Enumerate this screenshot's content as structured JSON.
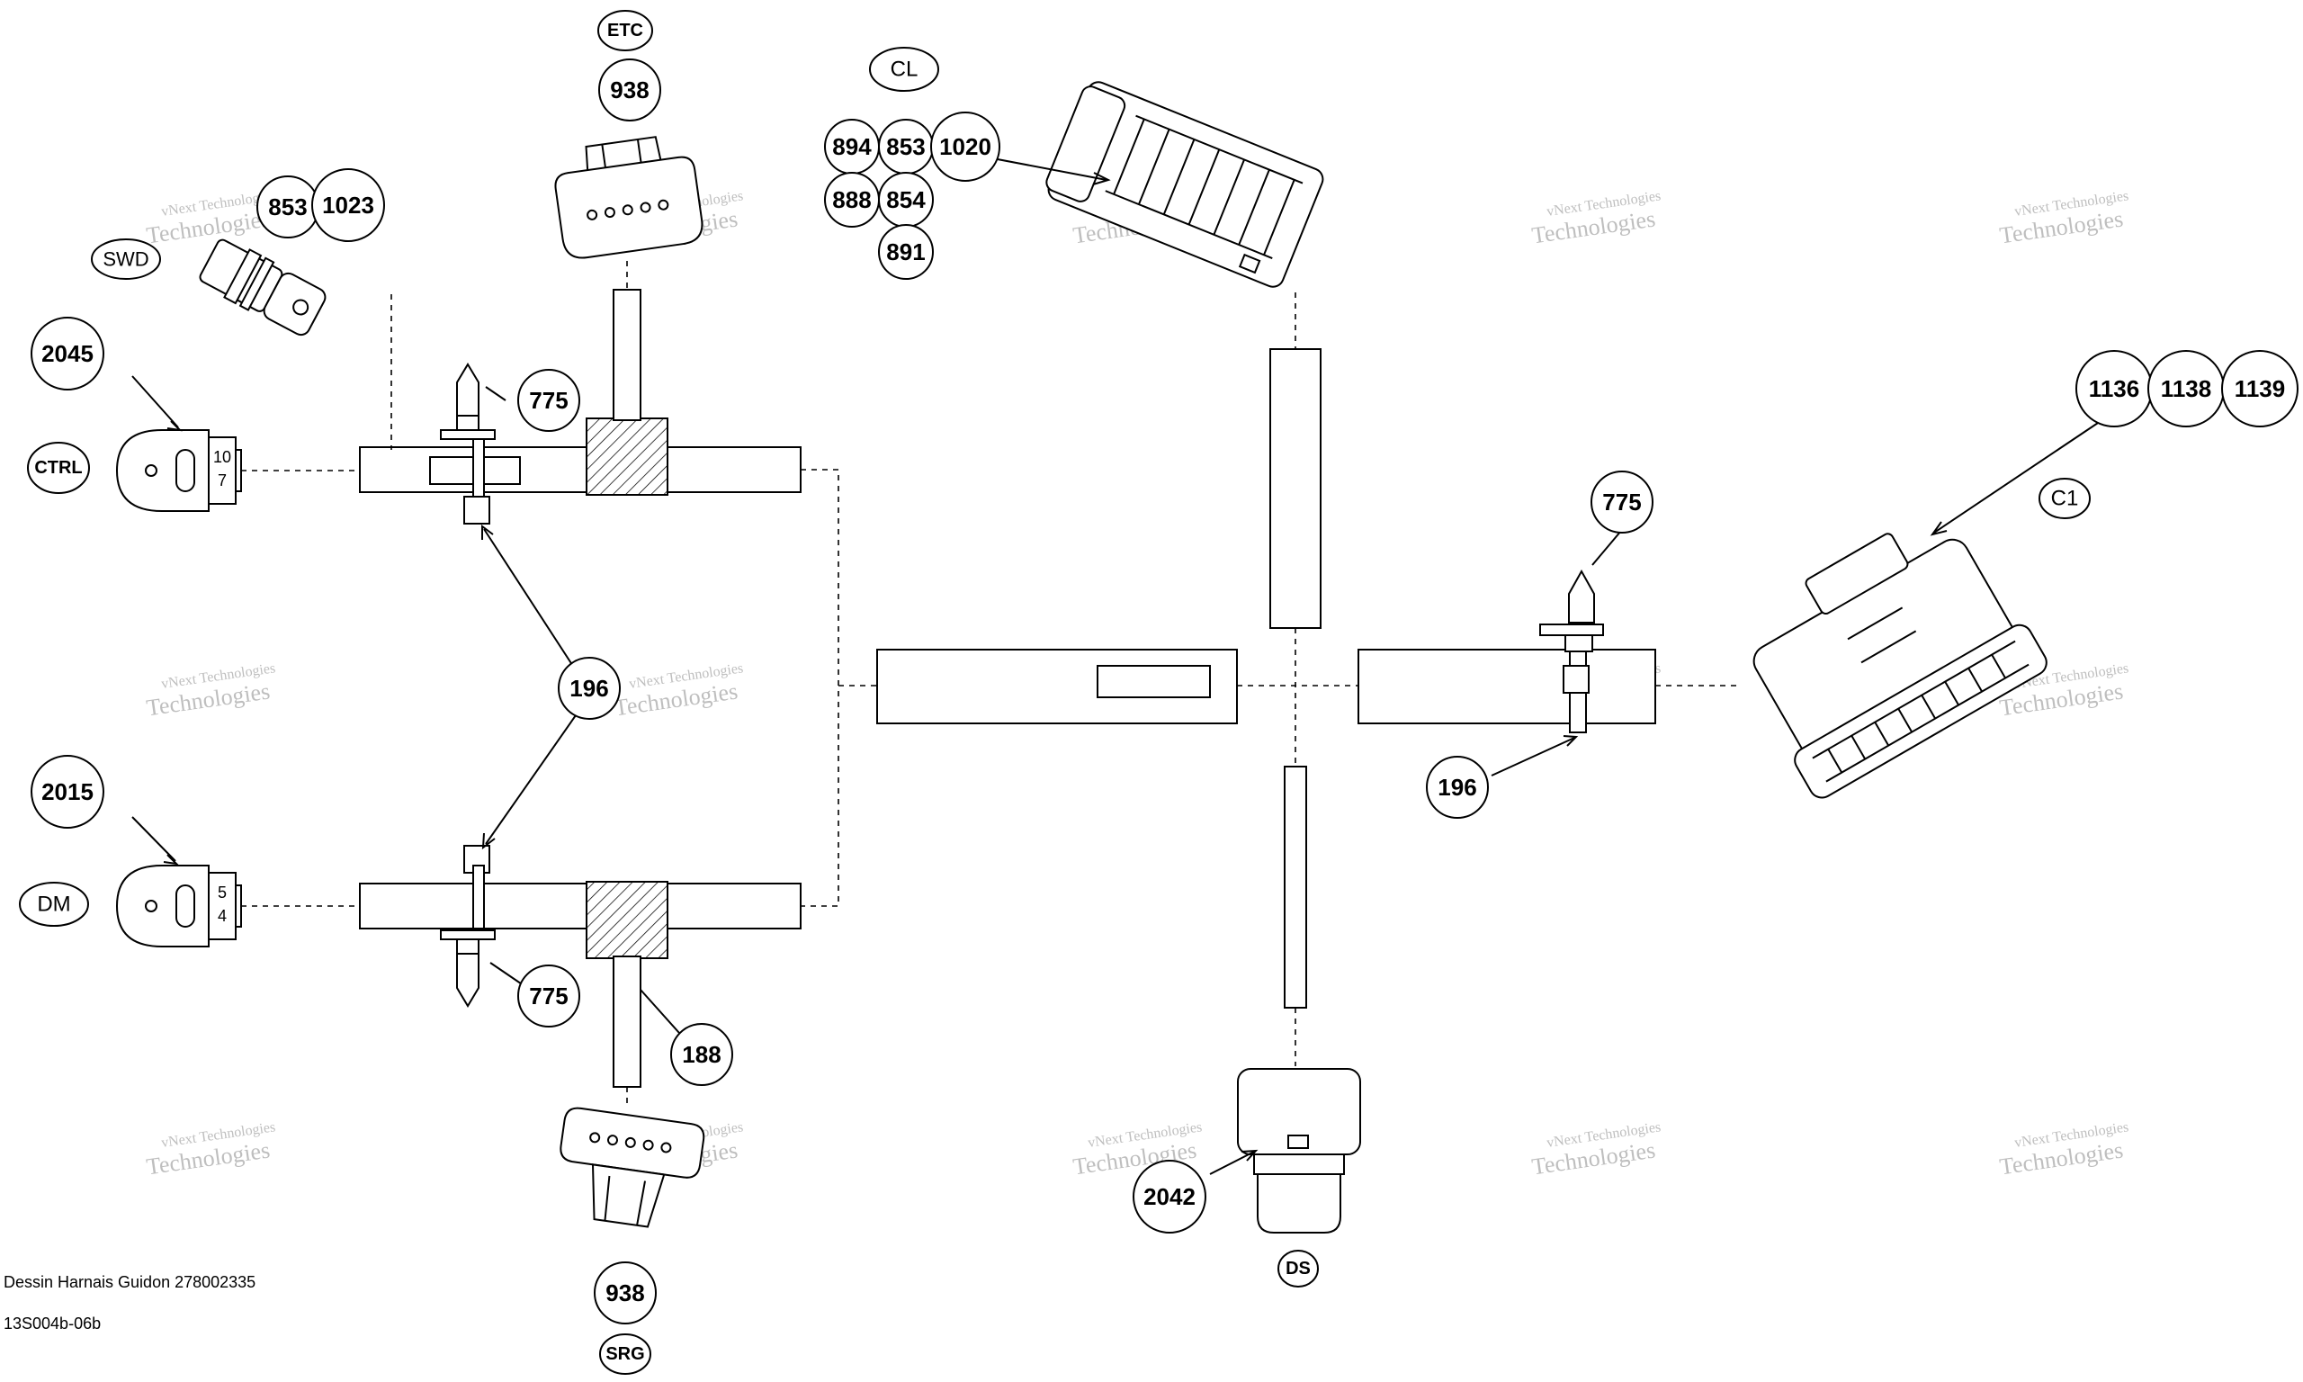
{
  "callouts": {
    "c938_top": "938",
    "c853_swd": "853",
    "c1023": "1023",
    "c2045": "2045",
    "c775_a": "775",
    "c196_a": "196",
    "c2015": "2015",
    "c775_b": "775",
    "c188": "188",
    "c938_bottom": "938",
    "c894": "894",
    "c853_cl": "853",
    "c1020": "1020",
    "c888": "888",
    "c854": "854",
    "c891": "891",
    "c1136": "1136",
    "c1138": "1138",
    "c1139": "1139",
    "c775_c": "775",
    "c196_b": "196",
    "c2042": "2042"
  },
  "connectors": {
    "etc": "ETC",
    "cl": "CL",
    "swd": "SWD",
    "ctrl": "CTRL",
    "dm": "DM",
    "c1": "C1",
    "srg": "SRG",
    "ds": "DS"
  },
  "pins": {
    "ctrl_top": "10",
    "ctrl_bottom": "7",
    "dm_top": "5",
    "dm_bottom": "4"
  },
  "footer": {
    "line1": "Dessin Harnais Guidon 278002335",
    "line2": "13S004b-06b"
  },
  "watermark": {
    "line1": "vNext Technologies",
    "line2": "Technologies"
  }
}
